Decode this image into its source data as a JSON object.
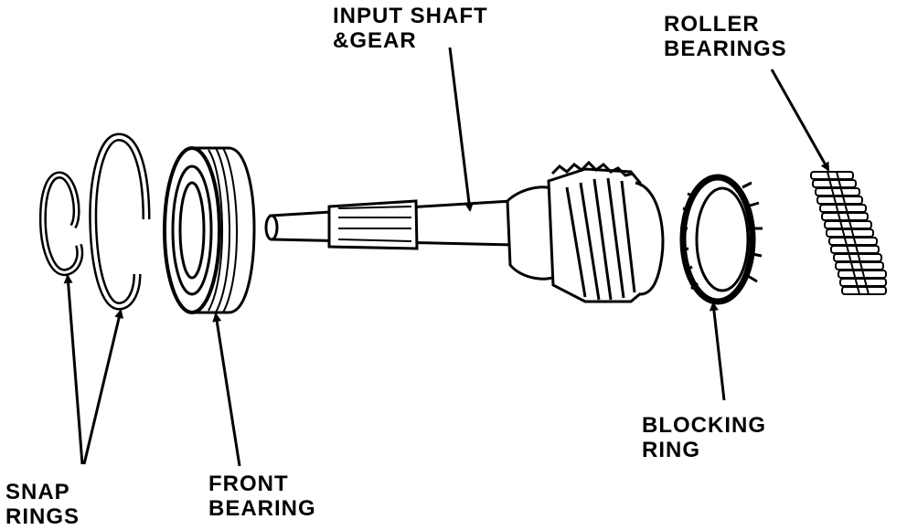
{
  "labels": {
    "input_shaft": [
      "INPUT SHAFT",
      "&GEAR"
    ],
    "roller_bearings": [
      "ROLLER",
      "BEARINGS"
    ],
    "blocking_ring": [
      "BLOCKING",
      "RING"
    ],
    "snap_rings": [
      "SNAP",
      "RINGS"
    ],
    "front_bearing": [
      "FRONT",
      "BEARING"
    ]
  },
  "colors": {
    "ink": "#000000",
    "paper": "#ffffff"
  }
}
